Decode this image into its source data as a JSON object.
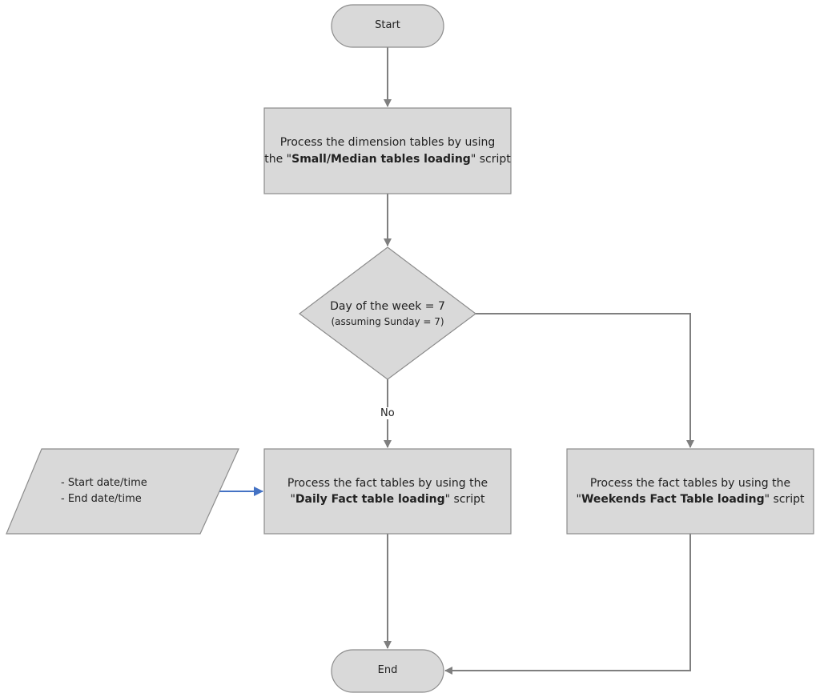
{
  "colors": {
    "shape_fill": "#d9d9d9",
    "shape_stroke": "#8c8c8c",
    "connector": "#7f7f7f",
    "data_arrow": "#4472c4"
  },
  "nodes": {
    "start": {
      "label": "Start"
    },
    "dimension": {
      "line1": "Process the dimension tables by using",
      "prefix": "the \"",
      "bold": "Small/Median tables loading",
      "suffix": "\" script"
    },
    "decision": {
      "line1": "Day of the week = 7",
      "line2": "(assuming Sunday = 7)"
    },
    "input": {
      "line1": "- Start date/time",
      "line2": "- End date/time"
    },
    "daily": {
      "line1": "Process the fact tables by using the",
      "prefix": "\"",
      "bold": "Daily Fact table loading",
      "suffix": "\" script"
    },
    "weekend": {
      "line1": "Process the fact tables by using the",
      "prefix": "\"",
      "bold": "Weekends Fact Table loading",
      "suffix": "\" script"
    },
    "end": {
      "label": "End"
    }
  },
  "edge_labels": {
    "no": "No"
  }
}
